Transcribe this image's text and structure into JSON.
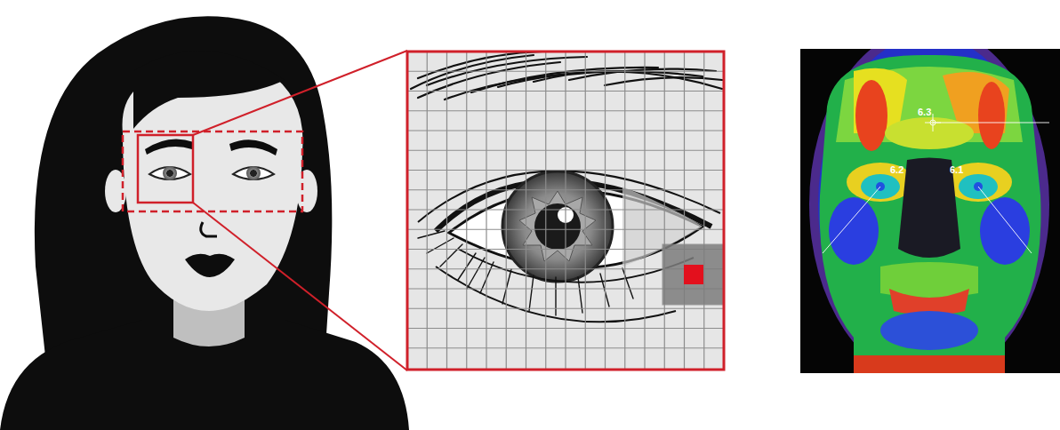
{
  "diagram": {
    "labels": [
      "6.3",
      "6.2",
      "6.1"
    ]
  }
}
